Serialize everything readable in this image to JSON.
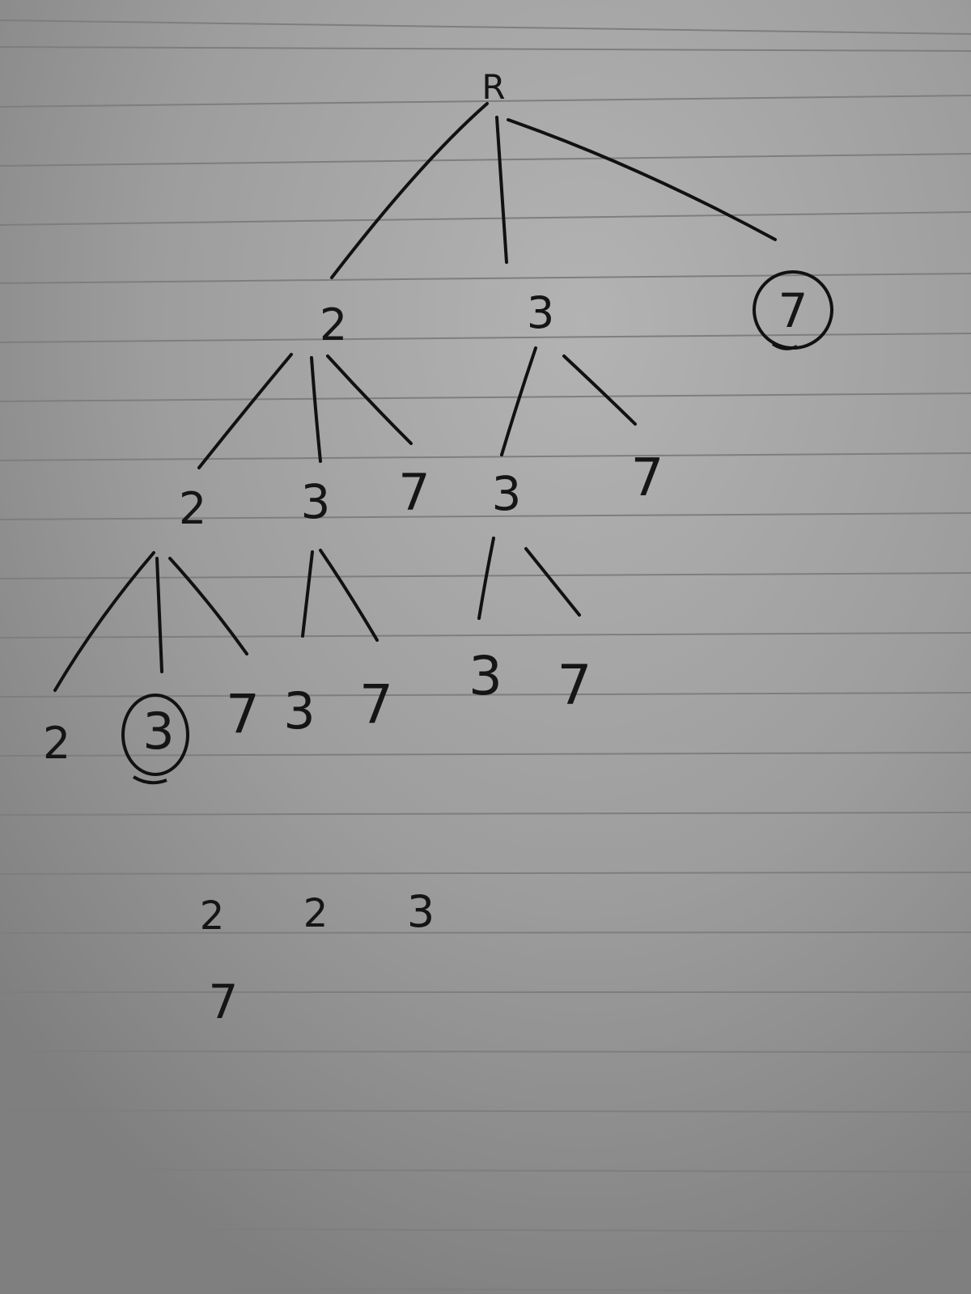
{
  "paper": {
    "background": "#9a9a9a",
    "ruled_line_color": "#7e7e7e",
    "ink_color": "#111111"
  },
  "tree": {
    "root_label": "R",
    "level1": {
      "n2": "2",
      "n3": "3",
      "n7": "7"
    },
    "level2": {
      "n2": "2",
      "n3": "3",
      "n7": "7",
      "n3b": "3",
      "n7b": "7"
    },
    "level3": {
      "n2": "2",
      "n3": "3",
      "n7": "7",
      "n3b": "3",
      "n7b": "7",
      "n3c": "3",
      "n7c": "7"
    }
  },
  "bottom_notes": {
    "row1": [
      "2",
      "2",
      "3"
    ],
    "row2": [
      "7"
    ]
  }
}
